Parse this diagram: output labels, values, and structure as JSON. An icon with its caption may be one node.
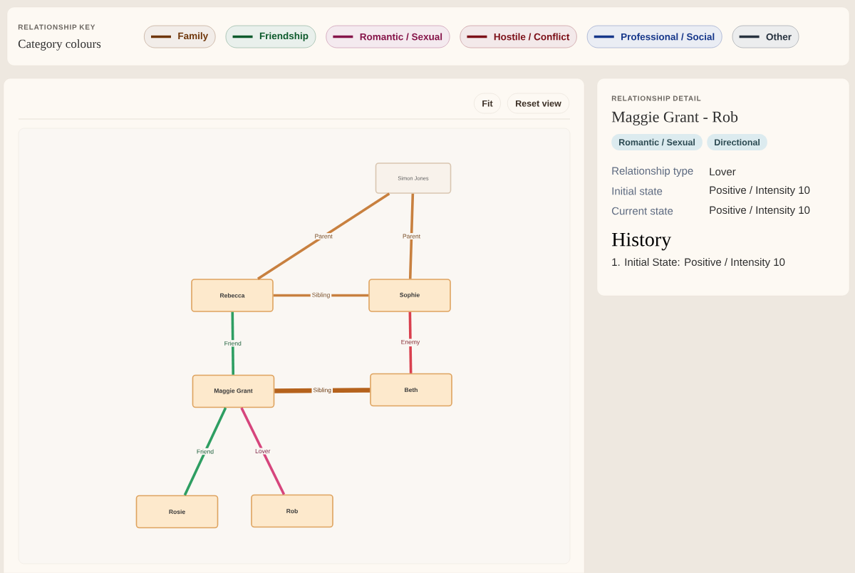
{
  "diagram": {
    "nodes": [
      {
        "text": [
          "Simon Jones"
        ]
      },
      {
        "text": [
          "Rebecca"
        ]
      },
      {
        "text": [
          "Sophie"
        ]
      },
      {
        "text": [
          "Maggie Grant"
        ]
      },
      {
        "text": [
          "Beth"
        ]
      },
      {
        "text": [
          "Rosie"
        ]
      },
      {
        "text": [
          "Rob"
        ]
      }
    ],
    "edges": [
      {
        "from": 0,
        "to": 1,
        "arrow": "none",
        "label": "Parent"
      },
      {
        "from": 0,
        "to": 2,
        "arrow": "none",
        "label": "Parent"
      },
      {
        "from": 1,
        "to": 2,
        "arrow": "none",
        "label": "Sibling"
      },
      {
        "from": 1,
        "to": 3,
        "arrow": "none",
        "label": "Friend",
        "color": "#2e9e62"
      },
      {
        "from": 2,
        "to": 4,
        "arrow": "none",
        "label": "Enemy",
        "color": "#d9404e"
      },
      {
        "from": 3,
        "to": 4,
        "arrow": "none",
        "label": "Sibling",
        "style": "thick",
        "color": "#b5621c"
      },
      {
        "from": 3,
        "to": 5,
        "arrow": "none",
        "label": "Friend",
        "color": "#2e9e62"
      },
      {
        "from": 3,
        "to": 6,
        "arrow": "none",
        "label": "Lover",
        "color": "#d6457c"
      }
    ],
    "labels": [
      "RELATIONSHIP KEY",
      "Category colours",
      "Fit",
      "Reset view",
      "RELATIONSHIP DETAIL",
      "Maggie Grant - Rob",
      "Romantic / Sexual",
      "Directional",
      "Relationship type",
      "Lover",
      "Initial state",
      "Positive / Intensity 10",
      "Current state",
      "Positive / Intensity 10",
      "History",
      "1. Initial State: Positive / Intensity 10"
    ],
    "legend": [
      {
        "text": "Family",
        "color": "#6e3509"
      },
      {
        "text": "Friendship",
        "color": "#0d5a2c"
      },
      {
        "text": "Romantic / Sexual",
        "color": "#86154a"
      },
      {
        "text": "Hostile / Conflict",
        "color": "#7c1018"
      },
      {
        "text": "Professional / Social",
        "color": "#16378a"
      },
      {
        "text": "Other",
        "color": "#27323f"
      }
    ]
  }
}
